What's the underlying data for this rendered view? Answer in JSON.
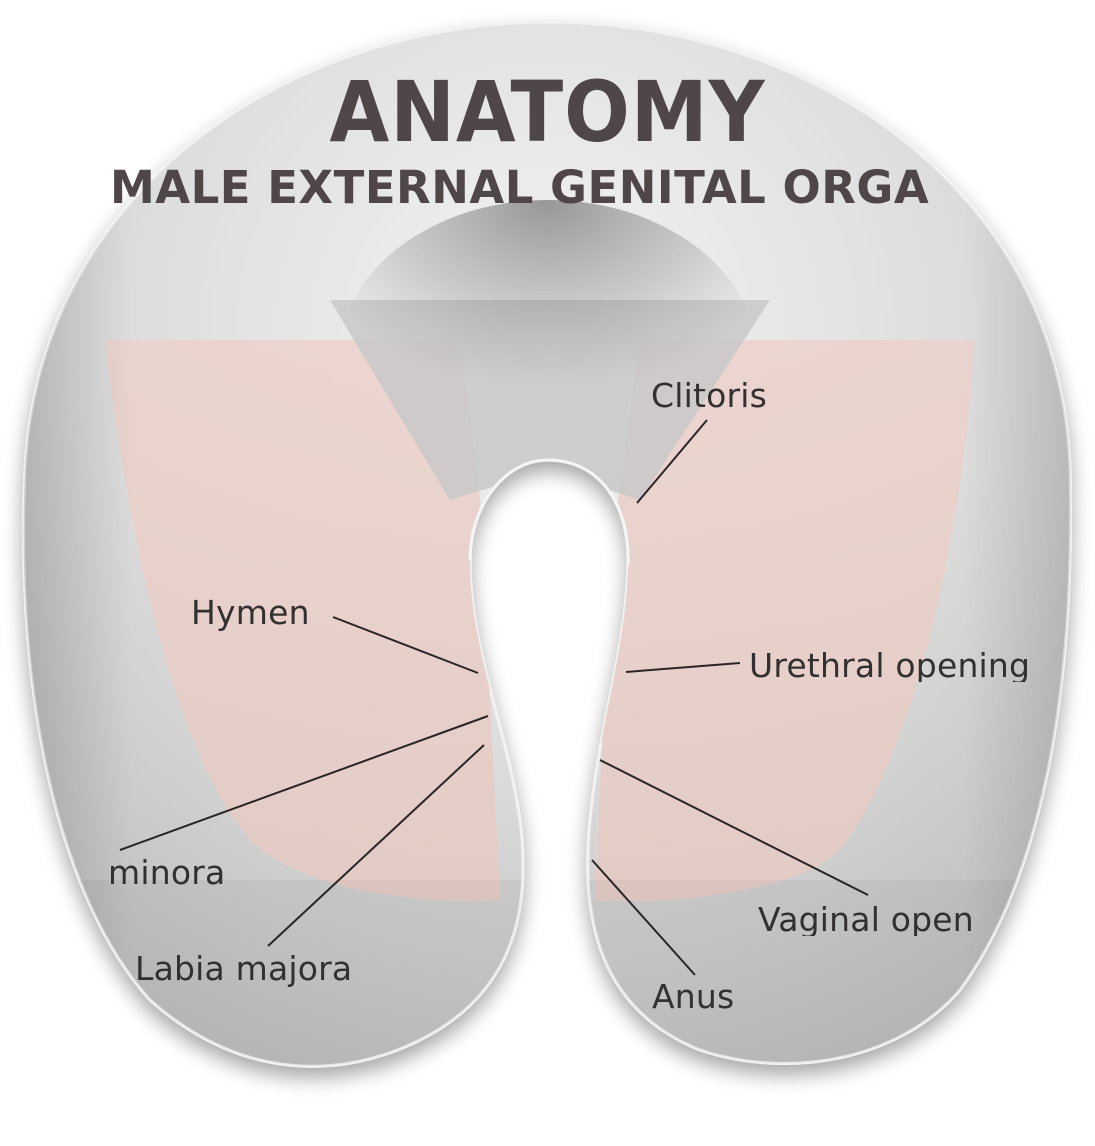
{
  "product": {
    "type": "U-shaped neck pillow",
    "colors": {
      "pillow_base": "#d6d6d6",
      "pillow_shadow": "#9c9c9c",
      "skin_tone": "#e9cfc9",
      "text": "#4f4747",
      "label_text": "#333030",
      "background": "#ffffff"
    }
  },
  "print": {
    "title": "ANATOMY",
    "subtitle": "MALE EXTERNAL GENITAL ORGA",
    "labels": [
      {
        "id": "clitoris",
        "text": "Clitoris"
      },
      {
        "id": "hymen",
        "text": "Hymen"
      },
      {
        "id": "urethral-opening",
        "text": "Urethral opening"
      },
      {
        "id": "labia-minora",
        "text": "minora"
      },
      {
        "id": "labia-majora",
        "text": "Labia majora"
      },
      {
        "id": "vaginal-opening",
        "text": "Vaginal open"
      },
      {
        "id": "anus",
        "text": "Anus"
      }
    ]
  }
}
